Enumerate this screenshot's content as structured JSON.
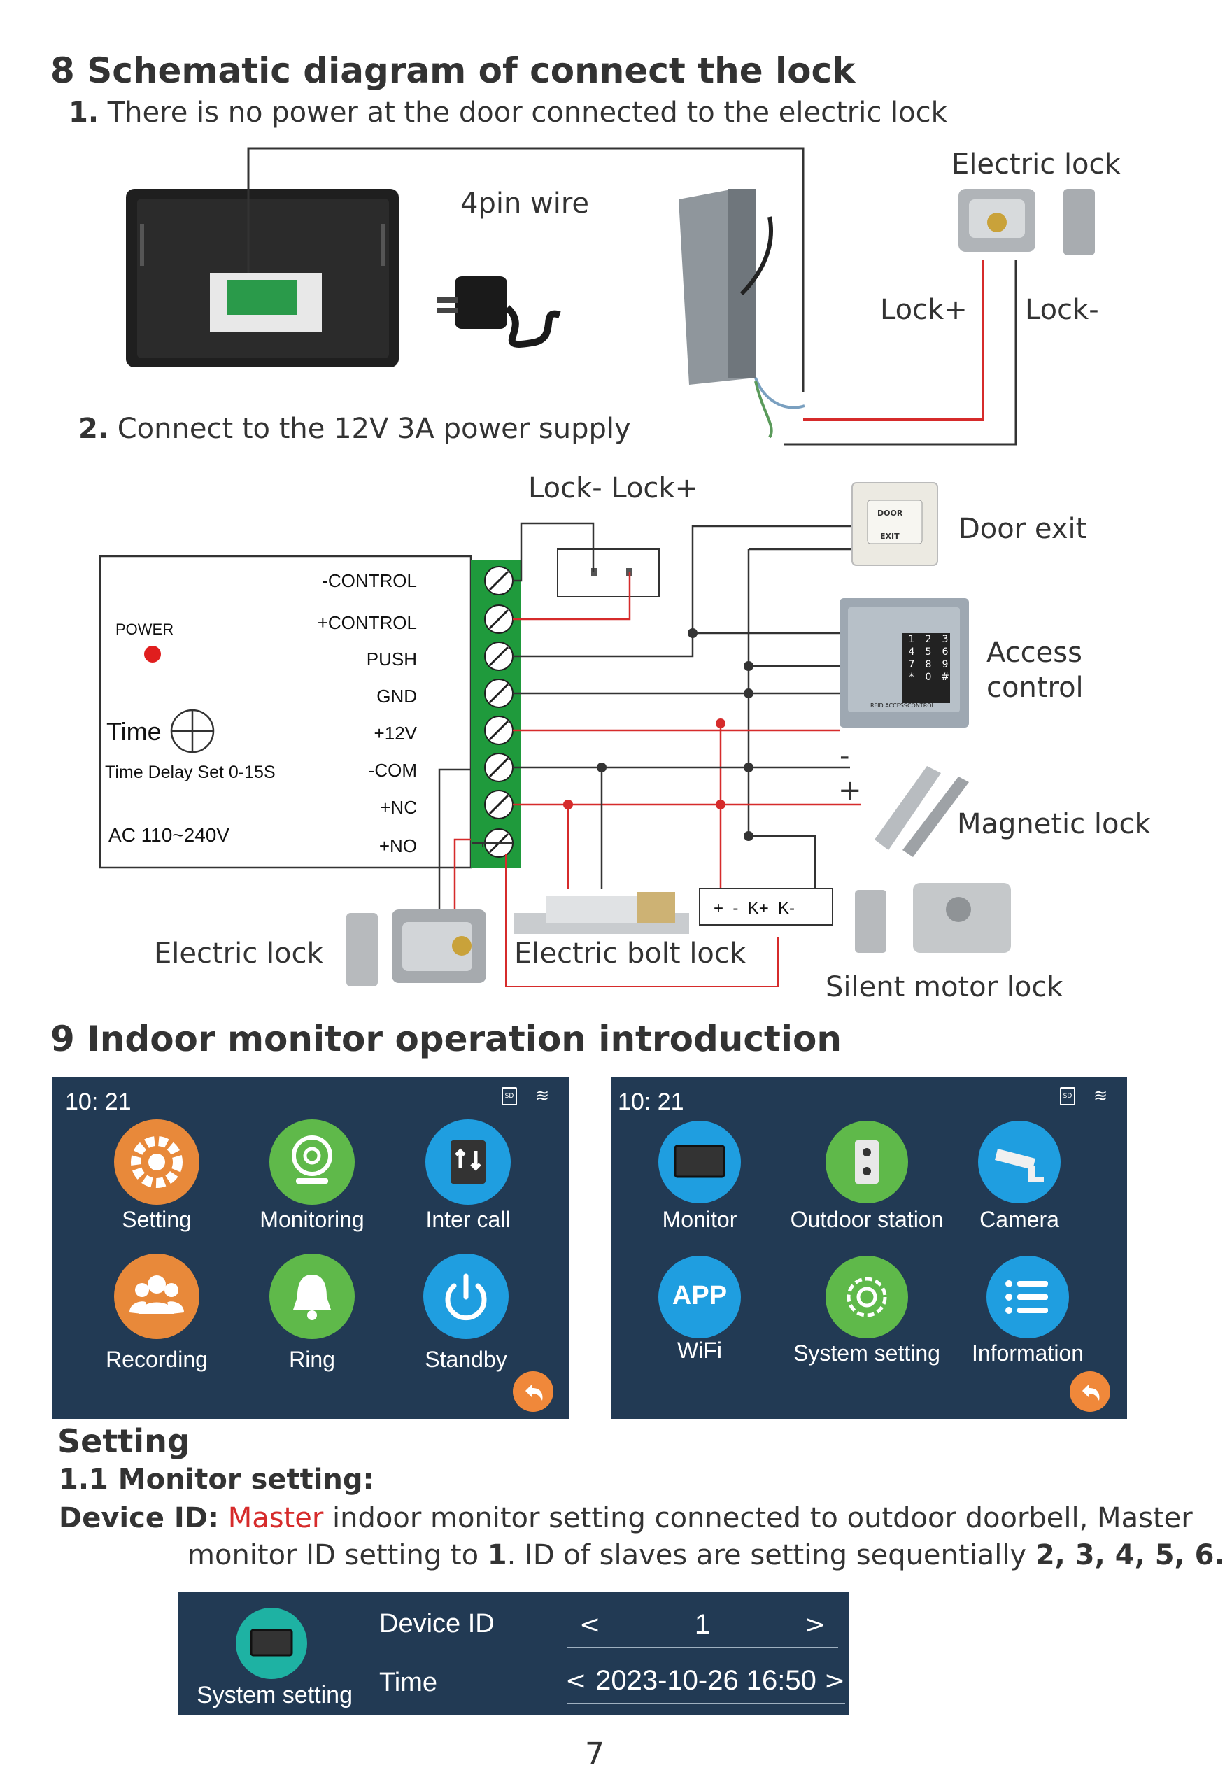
{
  "section8": {
    "title": "8  Schematic diagram of connect the lock",
    "item1_num": "1.",
    "item1_text": " There is no power at the door connected to the electric lock",
    "wire_label": "4pin wire",
    "electric_lock_label": "Electric lock",
    "lock_plus": "Lock+",
    "lock_minus": "Lock-",
    "item2_num": "2.",
    "item2_text": " Connect to the 12V 3A power supply"
  },
  "controller": {
    "power_label": "POWER",
    "time_label": "Time",
    "time_delay": "Time Delay Set 0-15S",
    "ac_label": "AC 110~240V",
    "terminals": [
      "-CONTROL",
      "+CONTROL",
      "PUSH",
      "GND",
      "+12V",
      "-COM",
      "+NC",
      "+NO"
    ]
  },
  "wiring": {
    "lock_minus_plus": "Lock-  Lock+",
    "door_exit": "Door exit",
    "access_control_1": "Access",
    "access_control_2": "control",
    "magnetic_lock": "Magnetic lock",
    "minus": "-",
    "plus": "+",
    "electric_lock": "Electric lock",
    "electric_bolt_lock": "Electric bolt lock",
    "silent_motor_lock": "Silent motor lock",
    "motor_terminals": "+  -  K+  K-",
    "door_btn_line1": "DOOR",
    "door_btn_line2": "EXIT",
    "keypad_keys": [
      "1",
      "2",
      "3",
      "4",
      "5",
      "6",
      "7",
      "8",
      "9",
      "*",
      "0",
      "#"
    ],
    "keypad_caption": "RFID ACCESSCONTROL"
  },
  "section9": {
    "title": "9  Indoor monitor operation introduction",
    "screen1": {
      "time": "10: 21",
      "items": [
        "Setting",
        "Monitoring",
        "Inter call",
        "Recording",
        "Ring",
        "Standby"
      ]
    },
    "screen2": {
      "time": "10: 21",
      "items": [
        "Monitor",
        "Outdoor station",
        "Camera",
        "WiFi",
        "System setting",
        "Information"
      ],
      "app_label": "APP"
    },
    "sd_icon": "SD"
  },
  "setting": {
    "heading": "Setting",
    "subheading": "1.1 Monitor setting:",
    "device_id_label": "Device ID:",
    "master": "Master",
    "desc_line1": " indoor  monitor setting connected to outdoor doorbell,  Master",
    "desc_line2_a": "monitor ID setting to ",
    "desc_line2_b": "1",
    "desc_line2_c": ".  ID of slaves are setting sequentially ",
    "desc_line2_d": "2, 3, 4, 5, 6."
  },
  "system_panel": {
    "caption": "System setting",
    "row1_label": "Device ID",
    "row1_value": "1",
    "row2_label": "Time",
    "row2_value": "2023-10-26 16:50",
    "left_arrow": "<",
    "right_arrow": ">"
  },
  "page_number": "7",
  "colors": {
    "panel_bg": "#223a54",
    "setting_icon": "#e8893a",
    "monitoring_icon": "#5fb94a",
    "intercall_icon": "#1f9ee0",
    "terminal_green": "#1f9a3c",
    "wire_red": "#d62b2b",
    "accent_red": "#d62b2b"
  }
}
